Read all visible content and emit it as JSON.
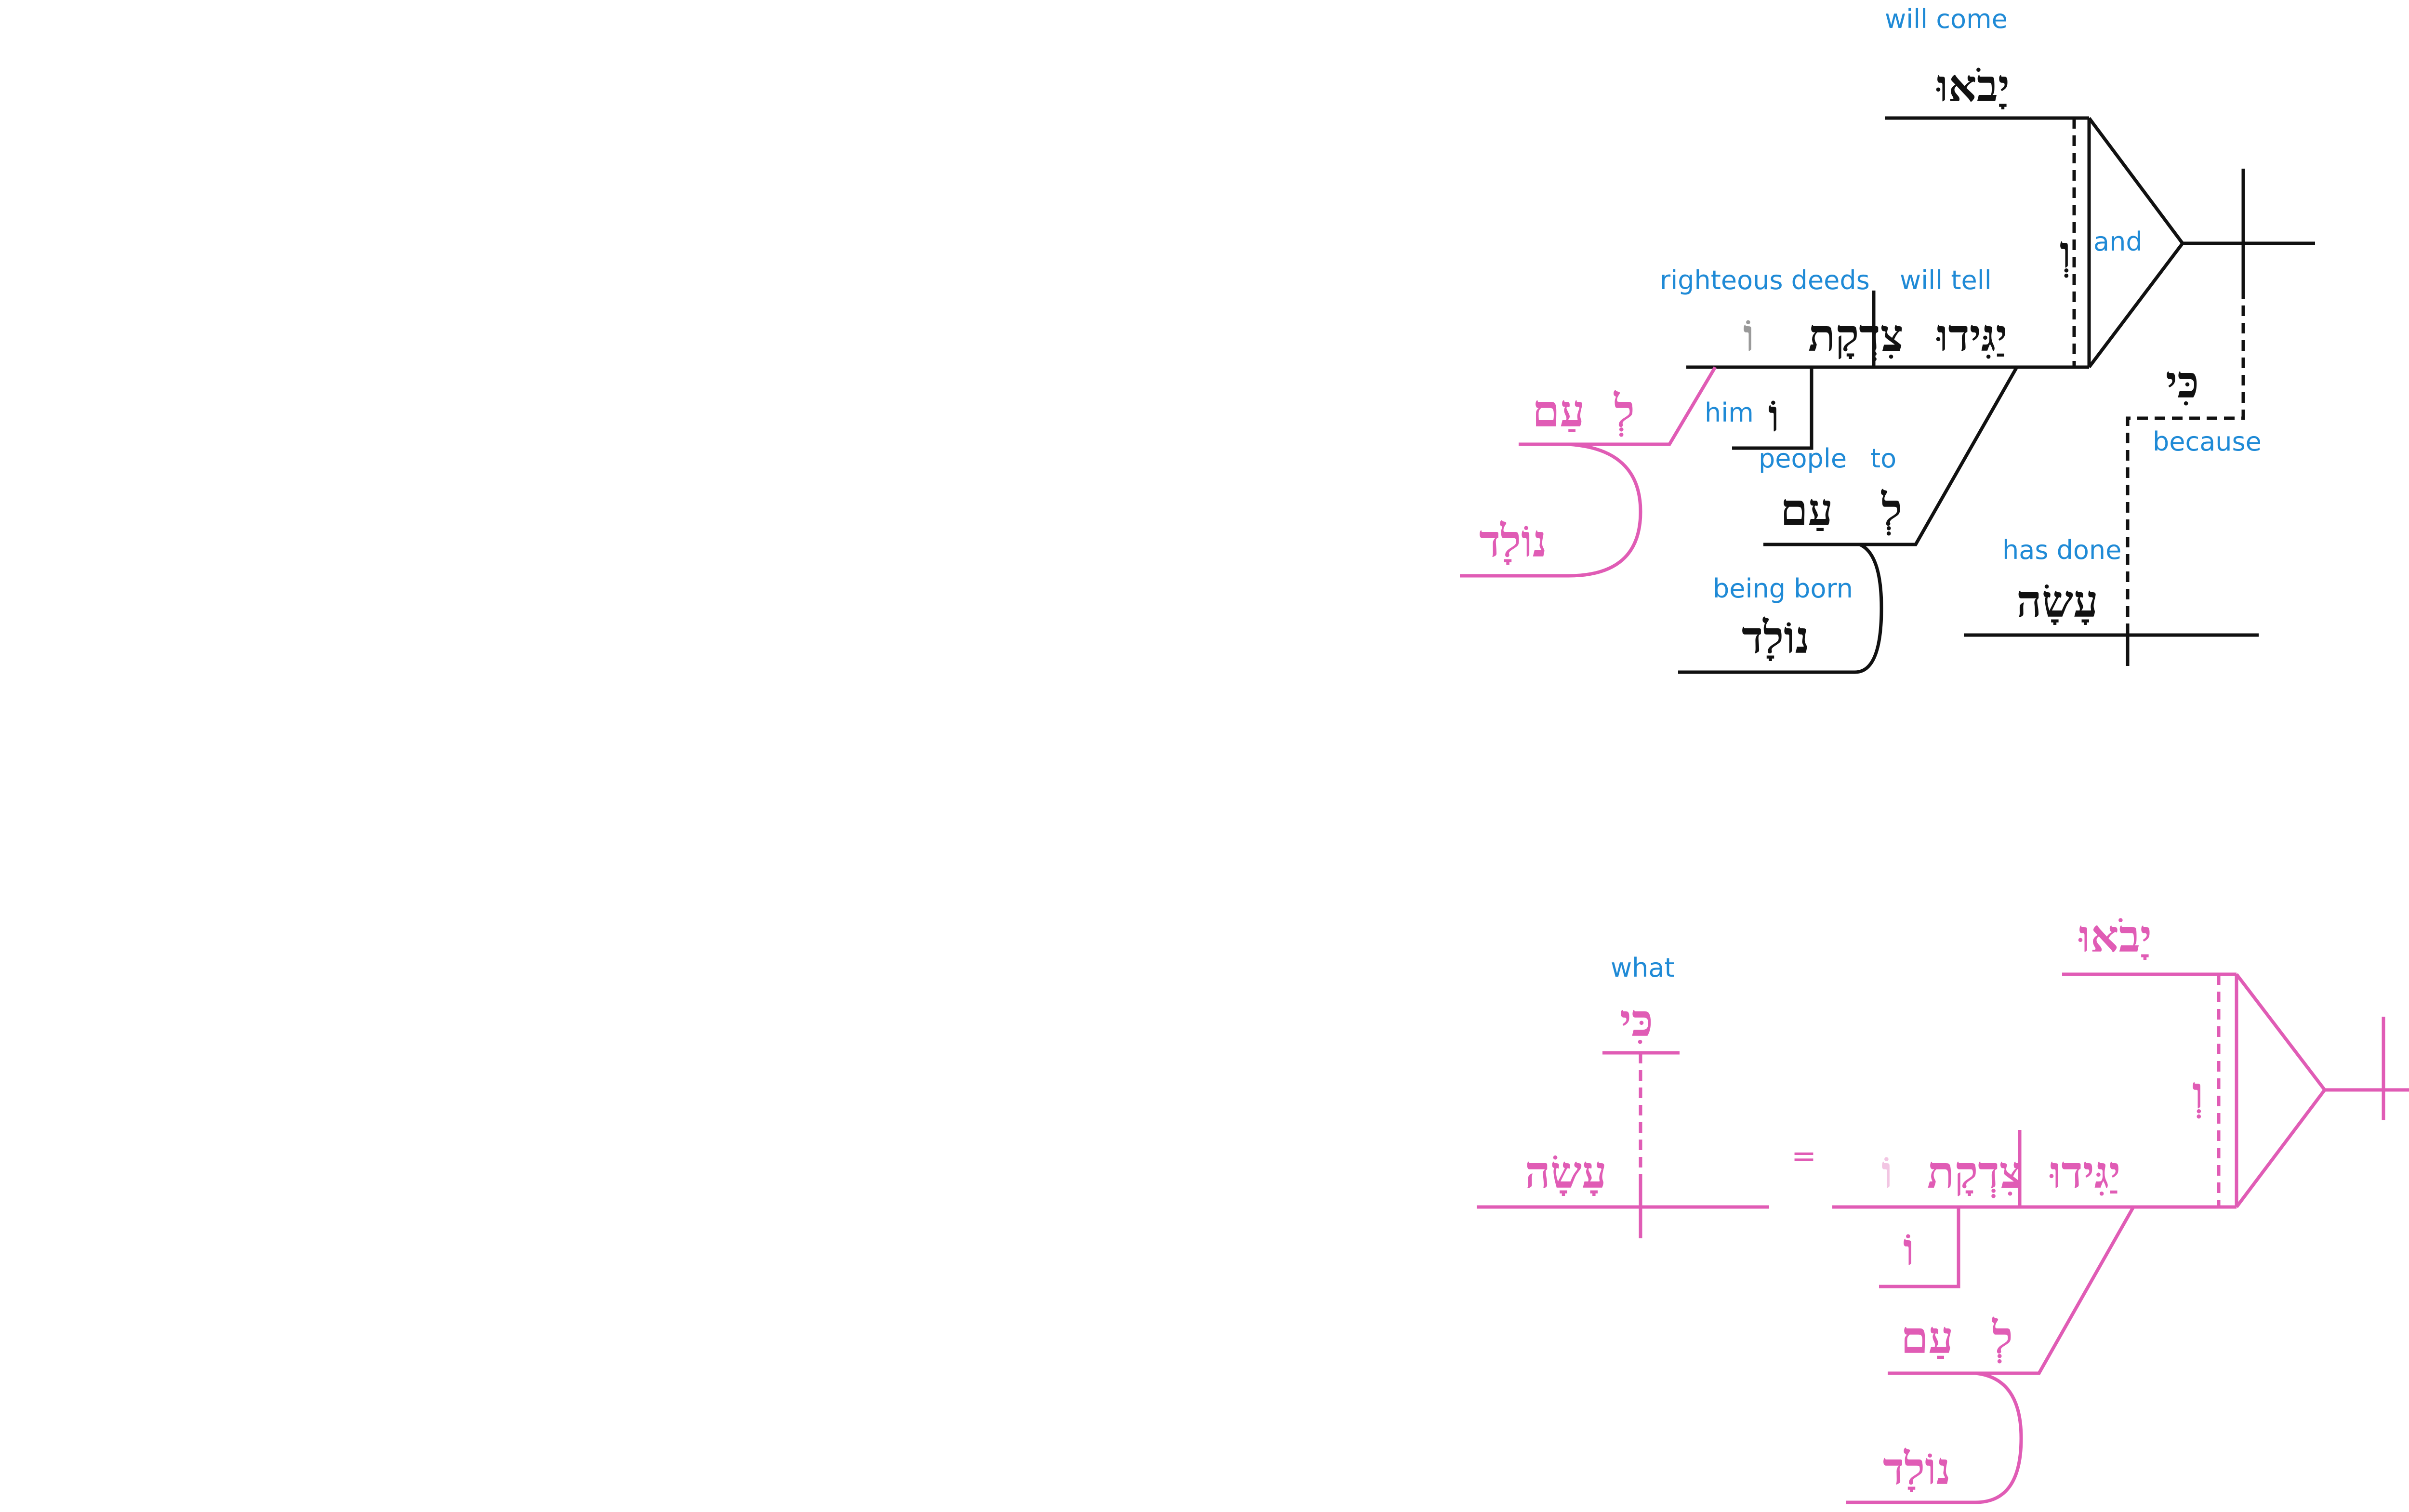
{
  "colors": {
    "black_ink": "#111111",
    "pink_ink": "#e05cb5",
    "gloss_blue": "#1f8ad6",
    "faded_letter": "#9a9a9a",
    "faded_pink_letter": "#f2c6e3"
  },
  "top_diagram": {
    "verb_come": {
      "hebrew": "יָבֹאוּ",
      "gloss": "will come"
    },
    "conjunction_and": {
      "hebrew": "וְ",
      "gloss": "and"
    },
    "verb_tell": {
      "hebrew": "יַגִּידוּ",
      "gloss": "will tell"
    },
    "object_deeds": {
      "hebrew": "צִדְקָת",
      "suffix": "וֹ",
      "gloss": "righteous deeds"
    },
    "pronoun_him": {
      "hebrew": "וֹ",
      "gloss": "him"
    },
    "prep_to": {
      "hebrew": "לְ",
      "gloss": "to"
    },
    "noun_people": {
      "hebrew": "עַם",
      "gloss": "people"
    },
    "participle_born": {
      "hebrew": "נוֹלָד",
      "gloss": "being born"
    },
    "conj_because": {
      "hebrew": "כִּי",
      "gloss": "because"
    },
    "verb_done": {
      "hebrew": "עָשָׂה",
      "gloss": "has done"
    },
    "side_prep": {
      "hebrew": "לְ"
    },
    "side_people": {
      "hebrew": "עַם"
    },
    "side_born": {
      "hebrew": "נוֹלָד"
    }
  },
  "bottom_diagram": {
    "what_word": {
      "hebrew": "כִּי",
      "gloss": "what"
    },
    "done_word": {
      "hebrew": "עָשָׂה"
    },
    "equals": "=",
    "verb_come": {
      "hebrew": "יָבֹאוּ"
    },
    "conjunction": {
      "hebrew": "וְ"
    },
    "verb_tell": {
      "hebrew": "יַגִּידוּ"
    },
    "object_deeds": {
      "hebrew": "צִדְקָת",
      "suffix": "וֹ"
    },
    "pronoun": {
      "hebrew": "וֹ"
    },
    "prep": {
      "hebrew": "לְ"
    },
    "people": {
      "hebrew": "עַם"
    },
    "born": {
      "hebrew": "נוֹלָד"
    }
  }
}
